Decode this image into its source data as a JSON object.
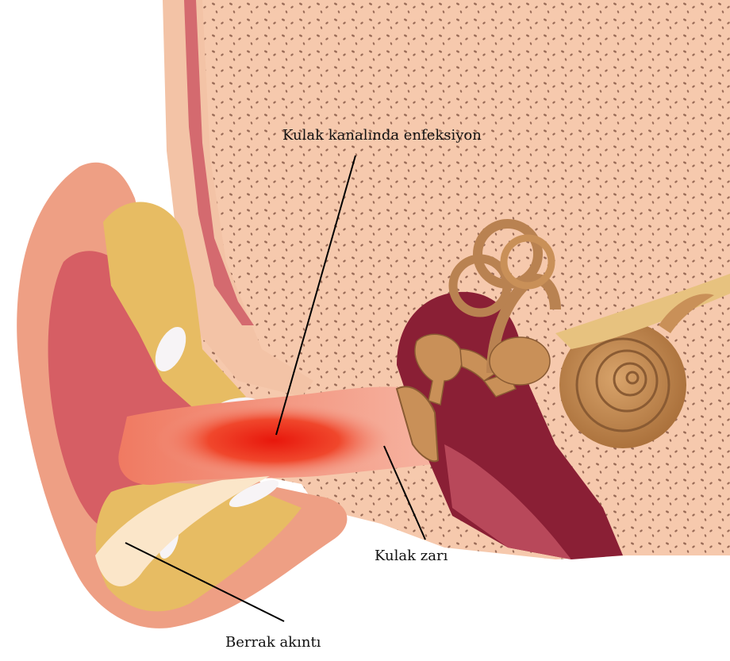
{
  "labels": {
    "infection": "Kulak kanalında enfeksiyon",
    "eardrum": "Kulak zarı",
    "discharge": "Berrak akıntı"
  },
  "colors": {
    "skin": "#f3c3a6",
    "bone": "#f6c9ad",
    "bone_pore": "#8a5b49",
    "cartilage": "#e7bc63",
    "outer_ear": "#ee9f84",
    "infection_red": "#e8170c",
    "cavity": "#8a1f35",
    "ossicles": "#c99058",
    "leader_line": "#000000"
  }
}
